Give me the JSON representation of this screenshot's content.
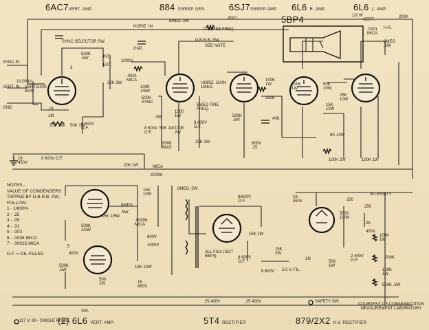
{
  "tubes": {
    "t1": "6AC7",
    "t1s": "VERT. AMP.",
    "t2": "884",
    "t2s": "SWEEP GEN.",
    "t3": "6SJ7",
    "t3s": "SWEEP AMP.",
    "t4": "6L6",
    "t4s": "R. AMP.",
    "t5": "6L6",
    "t5s": "L. AMP.",
    "t6": "5BP4",
    "b1": "(2) 6L6",
    "b1s": "VERT. AMP.",
    "b2": "5T4",
    "b2s": "RECTIFIER",
    "b3": "879/2X2",
    "b3s": "H.V. RECTIFIER"
  },
  "labels": {
    "syncin": "SYNC.IN",
    "vertin": "VERT. IN",
    "gnd1": "GND",
    "gnd2": "GND",
    "horizin": "HORIZ. IN",
    "syncsel": "SYNC.SELECTOR SW.",
    "int": "INT.",
    "ext": "EXT.",
    "coarse": "COARSE FREQ.",
    "dbrb": "D.B.R.B. SW.",
    "seenote": "SEE NOTE",
    "horizgain": "HORIZ. GAIN 1MEG",
    "fine": "5MEG FINE FREQ.",
    "intensity": "INTENSITY",
    "vert": "VERT.",
    "hr": "H.R.",
    "allfils": "ALL FILS (NOT 5BP4)",
    "safety": "SAFETY SW.",
    "line": "117 V. 60~ SINGLE PHASE",
    "sw": "SW.",
    "mica": "MICA",
    "fil": "5.0 V. FIL.",
    "courtesy": "COURTESY OF COMMUNICATION MEASUREMENT LABORATORY"
  },
  "values": {
    "v1": "1/1000V",
    "v2": "VERT.GAIN 500K",
    "v3": ".01",
    "v4": "1M",
    "v5": "250 .5W",
    "v6": "50K 1W",
    "v7": "8 600V O.F.",
    "v8": "16 450V",
    "v9": "8 600V O.F.",
    "v10": "500K .5W",
    "v11": "1000V",
    "v12": "20K 2W",
    "v13": ".0001 MICA",
    "v14": "100K 1/5W",
    "v15": "500K SYNC",
    "v16": "1500 1W",
    "v17": "8 600V O.F.",
    "v18": "50K 1W",
    "v19": "15K 1W",
    "v20": "250",
    "v21": "8 600V O.F.",
    "v22": "100K 2W",
    "v23": "500K BIAS",
    "v24": ".0001",
    "v25": "8MEG .5W",
    "v26": "100K 1W",
    "v27": "250K",
    "v28": "40K",
    "v29": "600V .25",
    "v30": "500K .5W",
    "v31": "50K 10W",
    "v32": "25K 10W",
    "v33": "15K 10W",
    "v34": "8K 10W",
    "v35": "100K 2W",
    "v36": "100K 1W",
    "v37": ".0001 MICA",
    "v38": "8MEG .5W",
    "v39": "200K",
    "v40": "1/2 W",
    "v41": "100K 1W",
    "v42": "20K 2W",
    "v43": ".00006",
    "v44": "15K 10W",
    "v45": "8MEG .5W",
    "v46": "8/600V O.F.",
    "v47": "15K 1W",
    "v48": "8 600V O.F.",
    "v49": "15K 2W",
    "v50": "8 600V",
    "v51": "16 450V",
    "v52": "250",
    "v53": "250",
    "v54": "500K 1/2W",
    "v55": "25",
    "v56": "400V",
    "v57": ".25 400V",
    "v58": ".25 400V",
    "v59": "100K 1W",
    "v60": "200K",
    "v61": "100K 1W",
    "v62": "500K .5W",
    "v63": "8MEG",
    "v64": ".5W",
    "v65": ".00006 MICA",
    "v66": "15K 1/5W",
    "v67": "500K 1/5W",
    "v68": ".5",
    "v69": "400V",
    "v70": "500K .5W",
    "v71": "500 1W",
    "v72": "15K 10W",
    "v73": "15 450V",
    "v74": "600V",
    "v75": "1000V",
    "v76": "2 400V O.F.",
    "v77": "50K 1W",
    "v78": "3",
    "v79": "1N"
  },
  "notes": [
    "NOTES:-",
    "VALUE OF CONDENSERS",
    "TAPPED BY D.B.R.B. SW.,",
    "FOLLOW:",
    "1 - 1/600%",
    "2 - .25",
    "3 - .05",
    "4 - .01",
    "5 - .003",
    "6 - .0008 MICA",
    "7 - .00025 MICA",
    "O.F. = OIL FILLED"
  ]
}
